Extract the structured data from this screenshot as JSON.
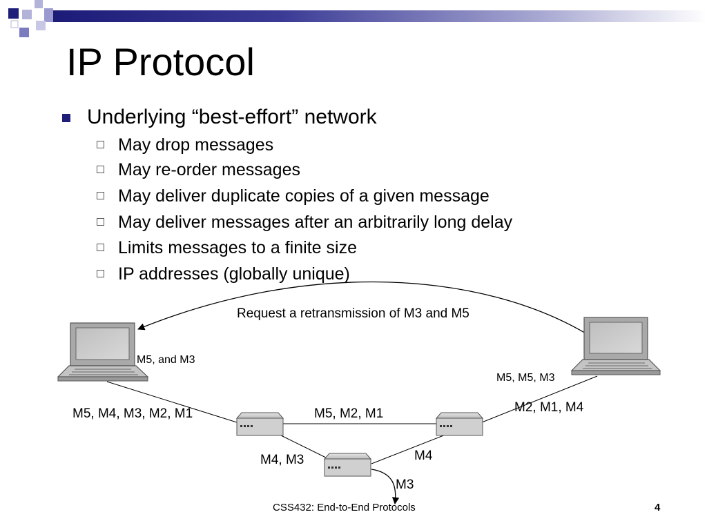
{
  "slide": {
    "title": "IP Protocol",
    "bullet": "Underlying “best-effort” network",
    "sub_bullets": [
      "May drop messages",
      "May re-order messages",
      "May deliver duplicate copies of a given message",
      "May deliver messages after an arbitrarily long delay",
      "Limits messages to a finite size",
      "IP addresses (globally unique)"
    ]
  },
  "diagram": {
    "request_label": "Request a retransmission of M3 and M5",
    "left_host_label": "M5, and M3",
    "right_host_label": "M5, M5, M3",
    "left_link_label": "M5, M4, M3, M2, M1",
    "middle_link_label": "M5, M2, M1",
    "right_link_label": "M2, M1, M4",
    "lower_left_label": "M4, M3",
    "lower_right_label": "M4",
    "dropped_label": "M3"
  },
  "footer": {
    "text": "CSS432: End-to-End Protocols",
    "page": "4"
  },
  "colors": {
    "accent": "#1f1f7a",
    "decor_light": "#9a9ad0"
  }
}
